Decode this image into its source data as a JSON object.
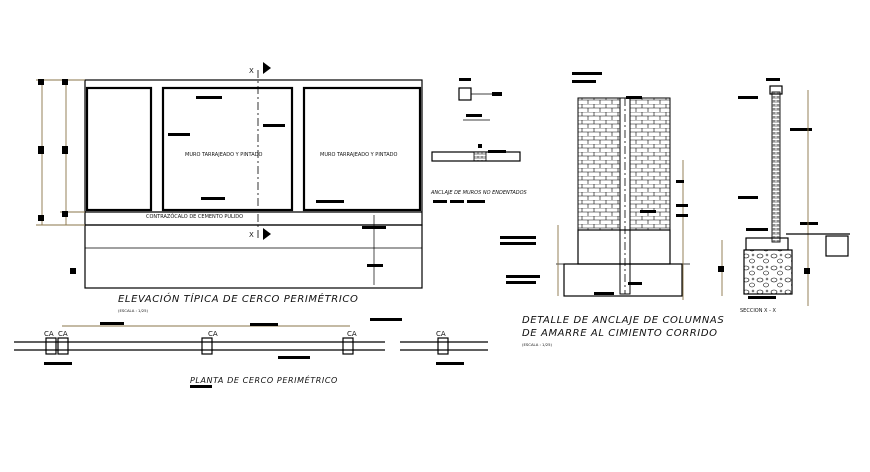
{
  "elevation": {
    "title": "ELEVACIÓN TÍPICA DE CERCO PERIMÉTRICO",
    "scale": "(ESCALA : 1/25)",
    "panel_label": "MURO TARRAJEADO Y PINTADO",
    "base_label": "CONTRAZÓCALO DE CEMENTO PULIDO",
    "section_mark": "X"
  },
  "plan": {
    "title": "PLANTA DE CERCO PERIMÉTRICO",
    "column_tag": "CA"
  },
  "anchor_detail": {
    "note": "ANCLAJE DE MUROS NO ENDENTADOS"
  },
  "column_detail": {
    "title_line1": "DETALLE DE ANCLAJE DE COLUMNAS",
    "title_line2": "DE AMARRE AL CIMIENTO CORRIDO",
    "scale": "(ESCALA : 1/25)"
  },
  "section_xx": {
    "title": "SECCION X - X"
  }
}
